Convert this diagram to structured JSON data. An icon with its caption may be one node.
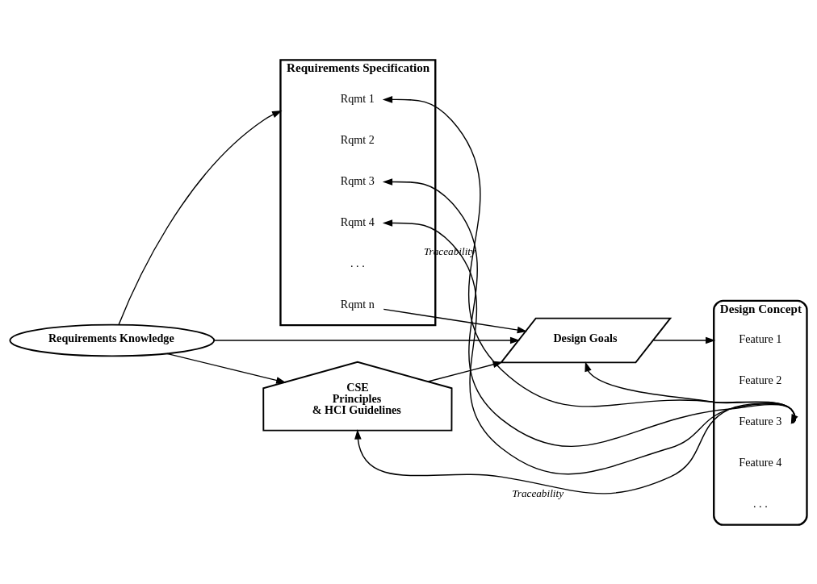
{
  "diagram": {
    "nodes": [
      {
        "text": [
          "Requirements Specification"
        ]
      },
      {
        "text": [
          "Rqmt 1"
        ],
        "in": 0
      },
      {
        "text": [
          "Rqmt 2"
        ],
        "in": 0
      },
      {
        "text": [
          "Rqmt 3"
        ],
        "in": 0
      },
      {
        "text": [
          "Rqmt 4"
        ],
        "in": 0
      },
      {
        "text": [
          ". . ."
        ],
        "in": 0
      },
      {
        "text": [
          "Rqmt n"
        ],
        "in": 0
      },
      {
        "text": [
          "Design Goals"
        ]
      },
      {
        "text": [
          "Design Concept"
        ]
      },
      {
        "text": [
          "Feature 1"
        ],
        "in": 8
      },
      {
        "text": [
          "Feature 2"
        ],
        "in": 8
      },
      {
        "text": [
          "Feature 3"
        ],
        "in": 8
      },
      {
        "text": [
          "Feature 4"
        ],
        "in": 8
      },
      {
        "text": [
          ". . ."
        ],
        "in": 8
      },
      {
        "text": [
          "Requirements Knowledge"
        ]
      },
      {
        "text": [
          "CSE Principles & HCI Guidelines"
        ]
      }
    ],
    "edges": [
      {
        "from": 6,
        "to": 7,
        "arrow": "to"
      },
      {
        "from": 7,
        "to": 8,
        "arrow": "to"
      },
      {
        "from": 14,
        "to": 0,
        "arrow": "to"
      },
      {
        "from": 14,
        "to": 7,
        "arrow": "to"
      },
      {
        "from": 14,
        "to": 15,
        "arrow": "to"
      },
      {
        "from": 15,
        "to": 7,
        "arrow": "to"
      },
      {
        "from": 11,
        "to": 1,
        "arrow": "both",
        "label": "Traceability"
      },
      {
        "from": 11,
        "to": 3,
        "arrow": "to"
      },
      {
        "from": 11,
        "to": 4,
        "arrow": "to"
      },
      {
        "from": 11,
        "to": 15,
        "arrow": "to",
        "label": "Traceability"
      },
      {
        "from": 11,
        "to": 7,
        "arrow": "to"
      }
    ]
  }
}
